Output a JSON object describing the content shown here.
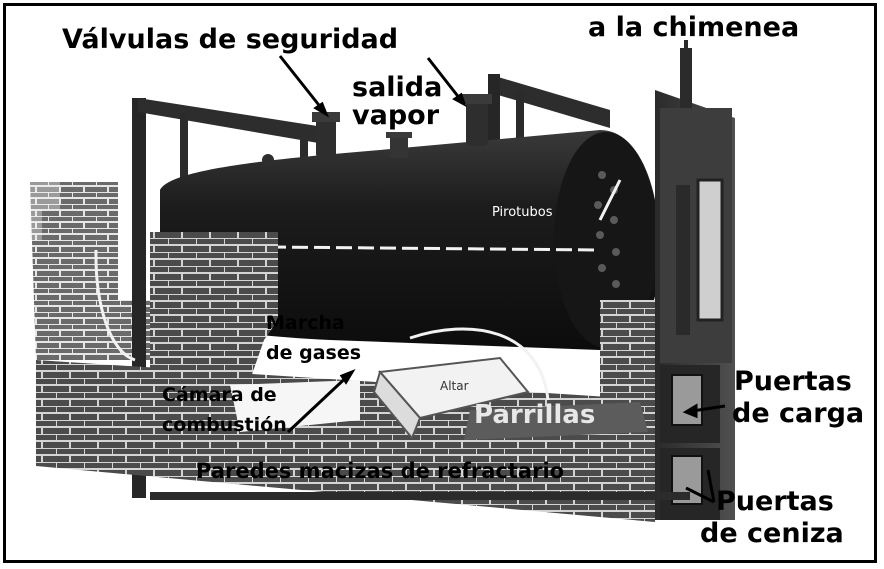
{
  "labels": {
    "valvulas": "Válvulas de seguridad",
    "chimenea": "a la chimenea",
    "salida_line1": "salida",
    "salida_line2": "vapor",
    "pirotubos": "Pirotubos",
    "marcha_line1": "Marcha",
    "marcha_line2": "de gases",
    "camara_line1": "Cámara de",
    "camara_line2": "combustión",
    "altar": "Altar",
    "parrillas": "Parrillas",
    "paredes": "Paredes macizas de refractario",
    "carga_line1": "Puertas",
    "carga_line2": "de carga",
    "ceniza_line1": "Puertas",
    "ceniza_line2": "de ceniza"
  },
  "colors": {
    "boiler": "#1b1b1b",
    "brick": "#4a4a4a",
    "mortar": "#cfcfcf",
    "background": "#ffffff"
  }
}
